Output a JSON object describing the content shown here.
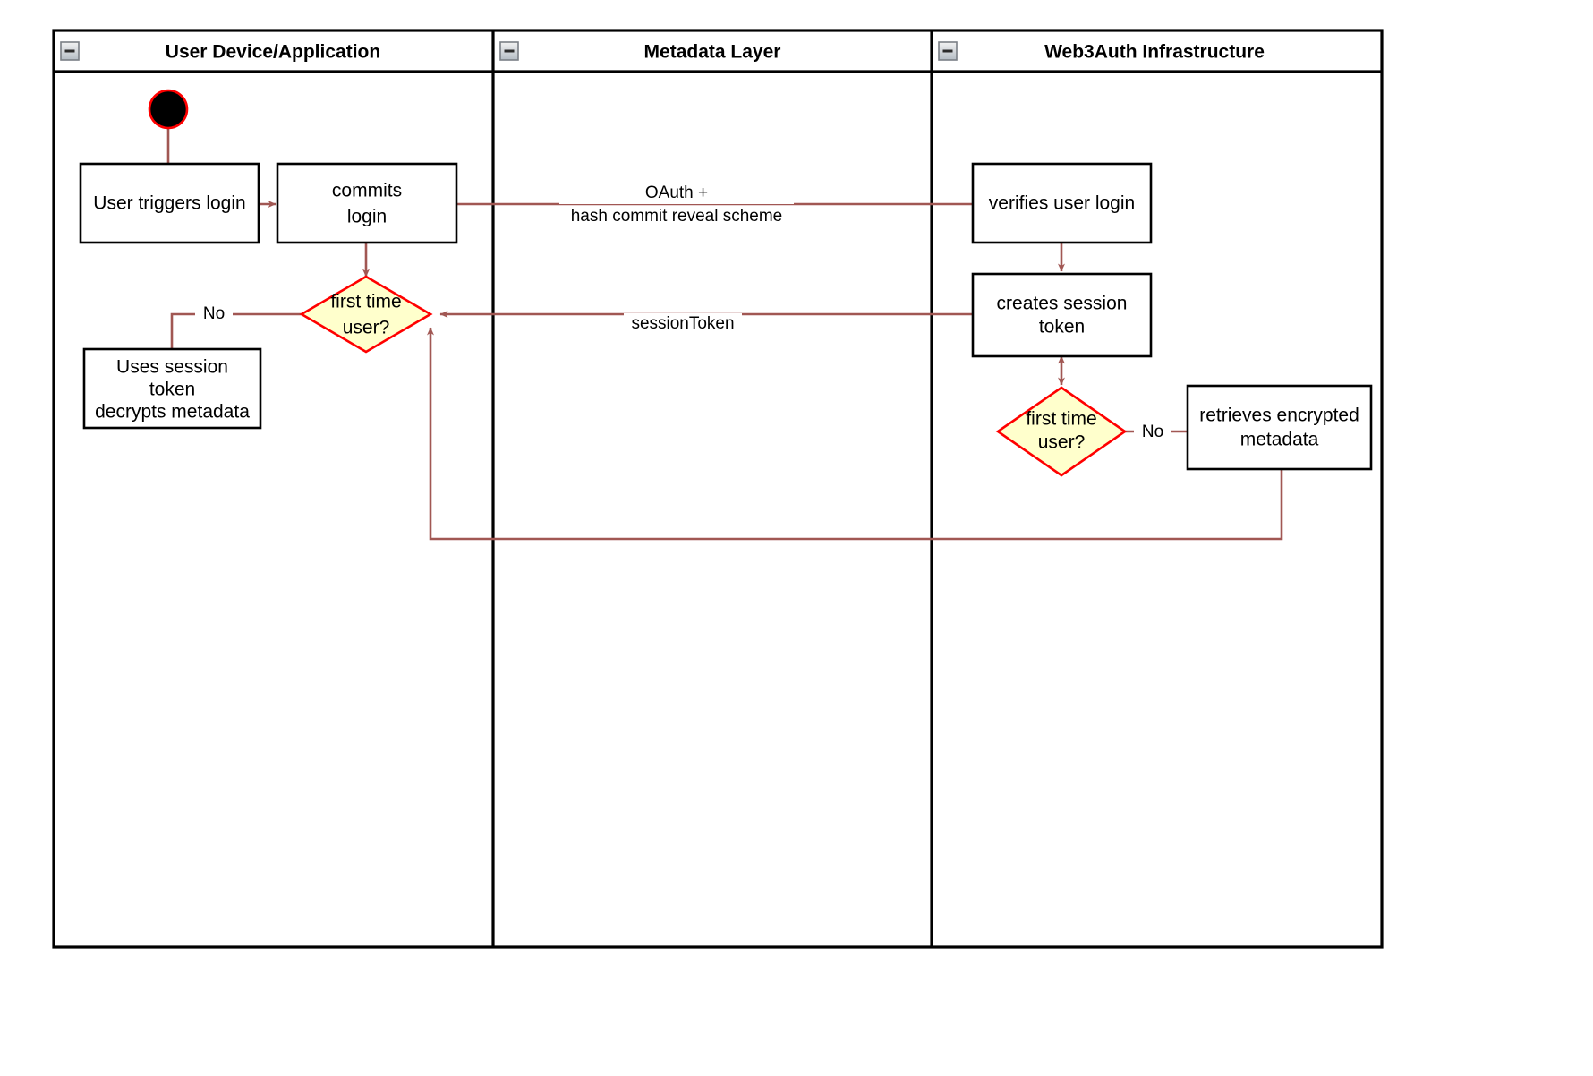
{
  "diagram": {
    "type": "swimlane-activity-diagram",
    "title_visible": false,
    "colors": {
      "lane_border": "#000000",
      "lane_header_bg": "#ffffff",
      "node_border": "#000000",
      "node_fill": "#ffffff",
      "decision_fill": "#ffffcc",
      "decision_border": "#ff0000",
      "edge": "#a15753",
      "start_node_fill": "#000000",
      "start_node_ring": "#ff0000",
      "collapse_icon_fill": "#c0c0c0"
    },
    "lanes": [
      {
        "id": "lane-user",
        "label": "User Device/Application",
        "collapse_icon": "collapse-minus-icon"
      },
      {
        "id": "lane-metadata",
        "label": "Metadata Layer",
        "collapse_icon": "collapse-minus-icon"
      },
      {
        "id": "lane-web3auth",
        "label": "Web3Auth Infrastructure",
        "collapse_icon": "collapse-minus-icon"
      }
    ],
    "nodes": [
      {
        "id": "start",
        "lane": "lane-user",
        "shape": "start-circle",
        "label": ""
      },
      {
        "id": "user-triggers-login",
        "lane": "lane-user",
        "shape": "rect",
        "label": "User triggers login",
        "lines": [
          "User triggers login"
        ]
      },
      {
        "id": "commits-login",
        "lane": "lane-user",
        "shape": "rect",
        "label": "commits login",
        "lines": [
          "commits",
          "login"
        ]
      },
      {
        "id": "first-time-user-left",
        "lane": "lane-user",
        "shape": "diamond",
        "label": "first time user?",
        "lines": [
          "first time",
          "user?"
        ]
      },
      {
        "id": "uses-session-token",
        "lane": "lane-user",
        "shape": "rect",
        "label": "Uses session token decrypts metadata",
        "lines": [
          "Uses session",
          "token",
          "decrypts metadata"
        ]
      },
      {
        "id": "verifies-user-login",
        "lane": "lane-web3auth",
        "shape": "rect",
        "label": "verifies user login",
        "lines": [
          "verifies user login"
        ]
      },
      {
        "id": "creates-session-token",
        "lane": "lane-web3auth",
        "shape": "rect",
        "label": "creates session token",
        "lines": [
          "creates session",
          "token"
        ]
      },
      {
        "id": "first-time-user-right",
        "lane": "lane-web3auth",
        "shape": "diamond",
        "label": "first time user?",
        "lines": [
          "first time",
          "user?"
        ]
      },
      {
        "id": "retrieves-encrypted-metadata",
        "lane": "lane-web3auth",
        "shape": "rect",
        "label": "retrieves encrypted metadata",
        "lines": [
          "retrieves encrypted",
          "metadata"
        ]
      }
    ],
    "edges": [
      {
        "id": "e-start-trigger",
        "from": "start",
        "to": "user-triggers-login",
        "label": "",
        "arrow": "none"
      },
      {
        "id": "e-trigger-commits",
        "from": "user-triggers-login",
        "to": "commits-login",
        "label": "",
        "arrow": "single"
      },
      {
        "id": "e-commits-decision",
        "from": "commits-login",
        "to": "first-time-user-left",
        "label": "",
        "arrow": "single"
      },
      {
        "id": "e-commits-verifies",
        "from": "commits-login",
        "to": "verifies-user-login",
        "label": "OAuth + hash commit reveal scheme",
        "label_lines": [
          "OAuth +",
          "hash commit reveal scheme"
        ],
        "arrow": "none"
      },
      {
        "id": "e-decision-uses",
        "from": "first-time-user-left",
        "to": "uses-session-token",
        "label": "No",
        "arrow": "none"
      },
      {
        "id": "e-verifies-creates",
        "from": "verifies-user-login",
        "to": "creates-session-token",
        "label": "",
        "arrow": "single"
      },
      {
        "id": "e-creates-decision",
        "from": "creates-session-token",
        "to": "first-time-user-right",
        "label": "",
        "arrow": "double"
      },
      {
        "id": "e-creates-sessiontoken",
        "from": "creates-session-token",
        "to": "first-time-user-left",
        "label": "sessionToken",
        "arrow": "single"
      },
      {
        "id": "e-decision-retrieves",
        "from": "first-time-user-right",
        "to": "retrieves-encrypted-metadata",
        "label": "No",
        "arrow": "none"
      },
      {
        "id": "e-retrieves-return",
        "from": "retrieves-encrypted-metadata",
        "to": "first-time-user-left",
        "label": "",
        "arrow": "single"
      }
    ],
    "edge_labels": {
      "oauth_line1": "OAuth +",
      "oauth_line2": "hash commit reveal scheme",
      "session_token": "sessionToken",
      "no_left": "No",
      "no_right": "No"
    }
  }
}
